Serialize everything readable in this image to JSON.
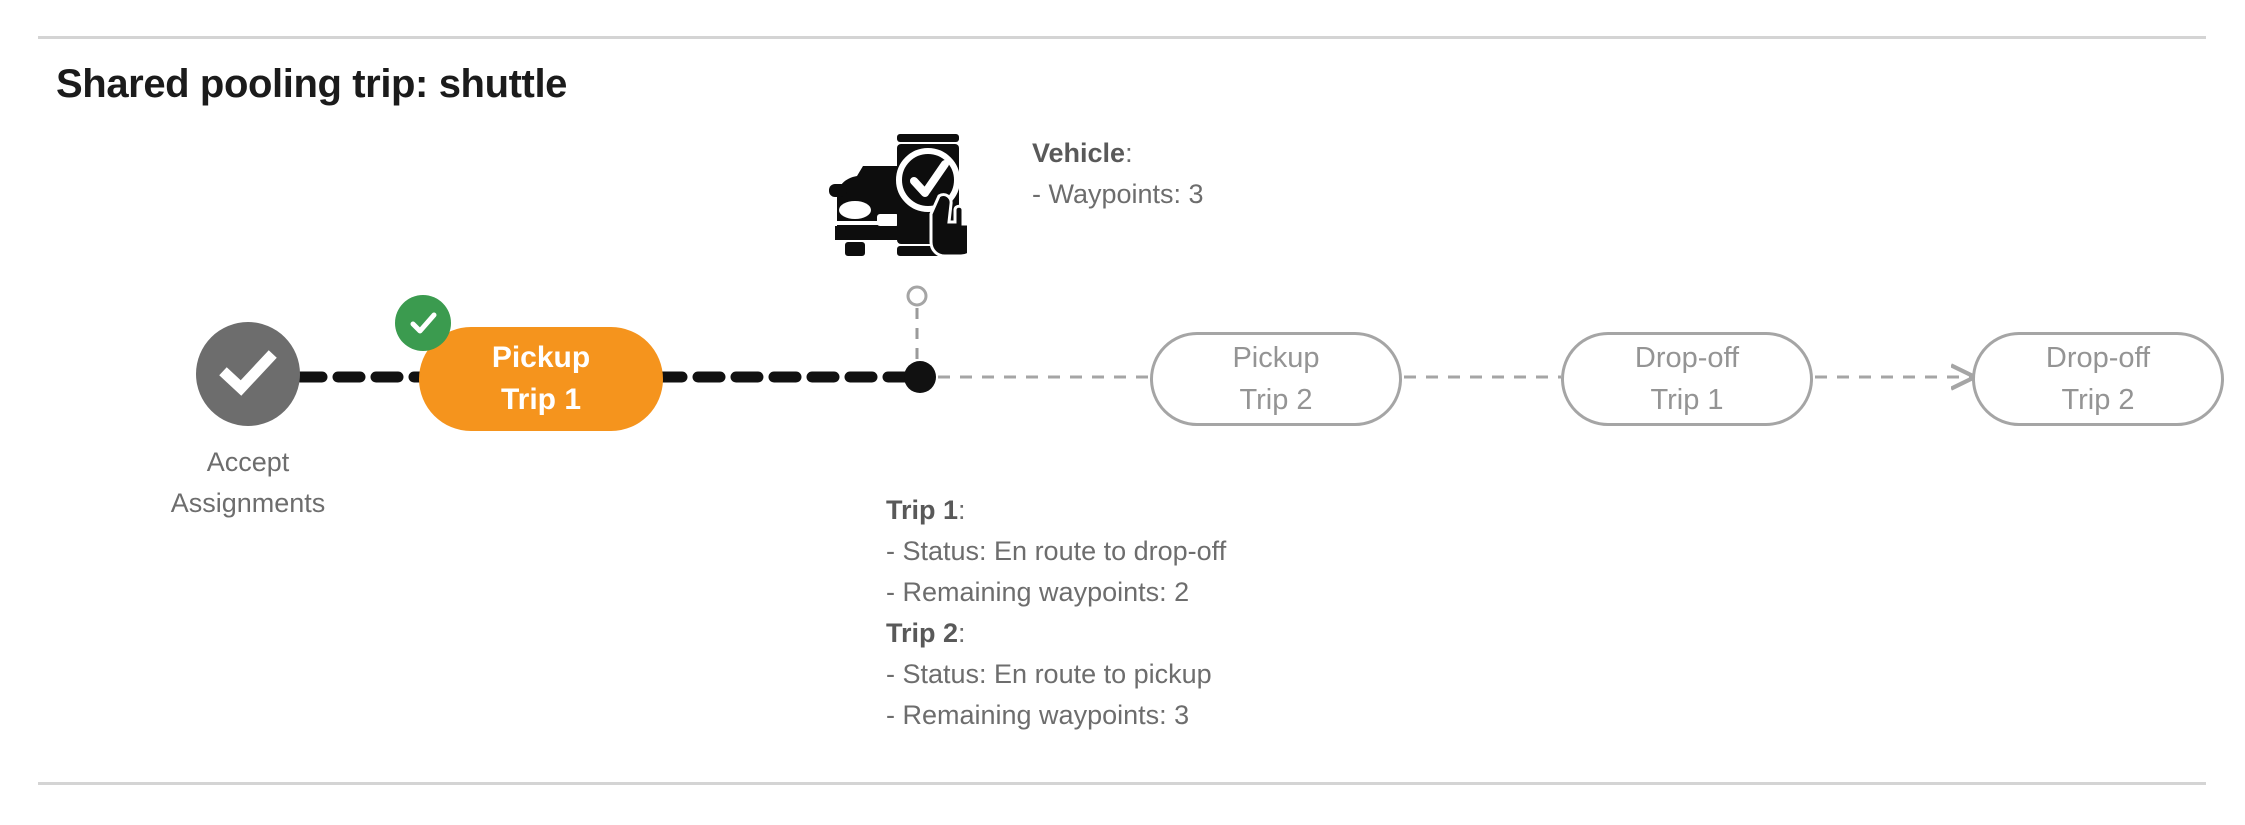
{
  "page": {
    "title": "Shared pooling trip: shuttle",
    "background": "#ffffff"
  },
  "colors": {
    "accent_orange": "#f5941d",
    "done_gray": "#6d6d6d",
    "idle_outline": "#a5a5a5",
    "idle_text": "#949494",
    "check_green": "#3b9b4f",
    "divider": "#d4d4d4",
    "text_dark": "#1b1b1b"
  },
  "flow": {
    "start_node": {
      "icon": "check-circle-icon",
      "caption_line1": "Accept",
      "caption_line2": "Assignments",
      "state": "completed"
    },
    "steps": [
      {
        "id": "pickup-trip-1",
        "line1": "Pickup",
        "line2": "Trip 1",
        "state": "active",
        "badge": "check-icon"
      },
      {
        "id": "pickup-trip-2",
        "line1": "Pickup",
        "line2": "Trip 2",
        "state": "upcoming"
      },
      {
        "id": "dropoff-trip-1",
        "line1": "Drop-off",
        "line2": "Trip 1",
        "state": "upcoming"
      },
      {
        "id": "dropoff-trip-2",
        "line1": "Drop-off",
        "line2": "Trip 2",
        "state": "upcoming"
      }
    ]
  },
  "vehicle_marker": {
    "icon": "vehicle-app-checkmark-icon",
    "label": "Vehicle",
    "label_suffix": ":",
    "details": [
      "- Waypoints: 3"
    ]
  },
  "trip_details": [
    {
      "heading": "Trip 1",
      "heading_suffix": ":",
      "lines": [
        "- Status:  En route to drop-off",
        "- Remaining waypoints: 2"
      ]
    },
    {
      "heading": "Trip 2",
      "heading_suffix": ":",
      "lines": [
        "- Status:  En route to pickup",
        "- Remaining waypoints: 3"
      ]
    }
  ]
}
